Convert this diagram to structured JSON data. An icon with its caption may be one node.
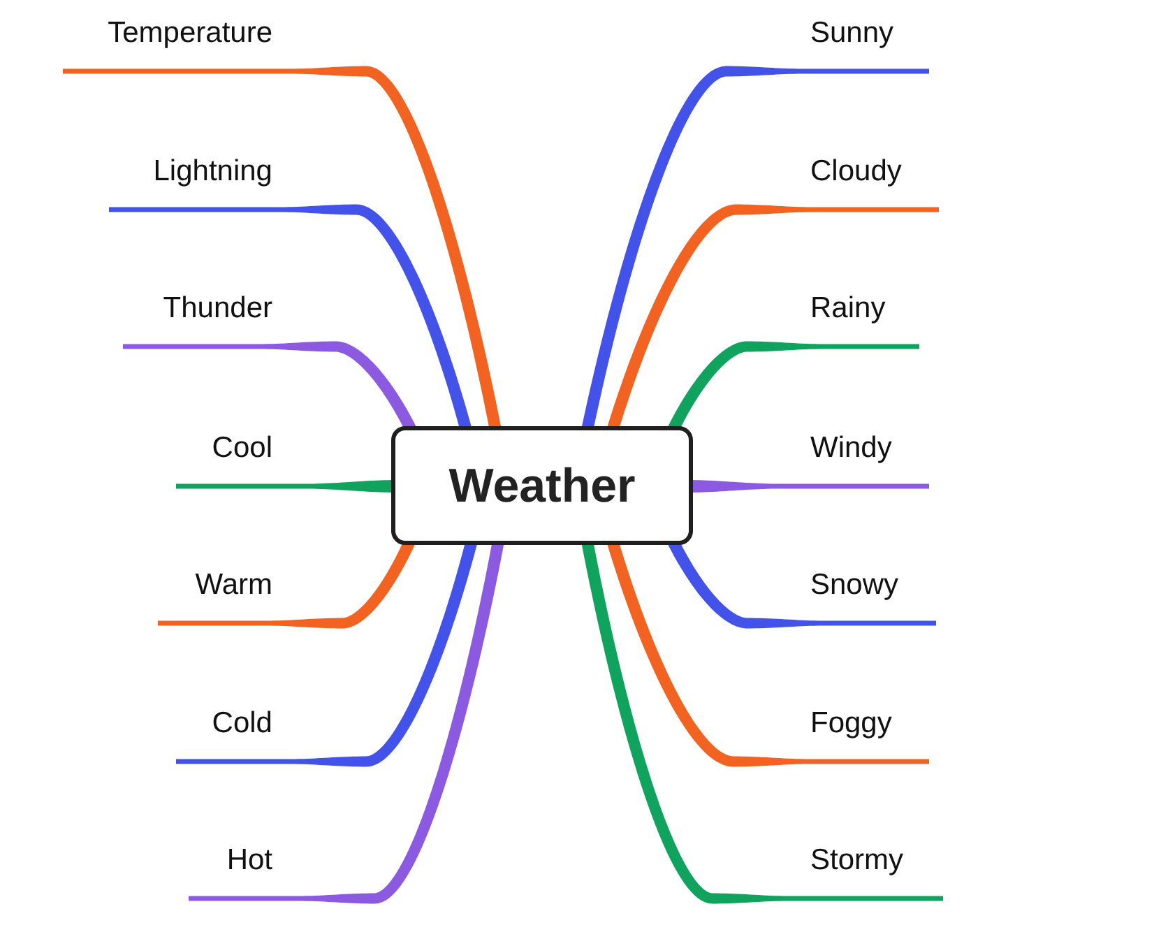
{
  "diagram": {
    "nodes": [
      {
        "text": [
          "Weather"
        ]
      },
      {
        "text": [
          "Temperature"
        ]
      },
      {
        "text": [
          "Lightning"
        ]
      },
      {
        "text": [
          "Thunder"
        ]
      },
      {
        "text": [
          "Cool"
        ]
      },
      {
        "text": [
          "Warm"
        ]
      },
      {
        "text": [
          "Cold"
        ]
      },
      {
        "text": [
          "Hot"
        ]
      },
      {
        "text": [
          "Sunny"
        ]
      },
      {
        "text": [
          "Cloudy"
        ]
      },
      {
        "text": [
          "Rainy"
        ]
      },
      {
        "text": [
          "Windy"
        ]
      },
      {
        "text": [
          "Snowy"
        ]
      },
      {
        "text": [
          "Foggy"
        ]
      },
      {
        "text": [
          "Stormy"
        ]
      }
    ],
    "edges": [
      {
        "from": 0,
        "to": 1,
        "arrow": "none",
        "color": "#f26322"
      },
      {
        "from": 0,
        "to": 2,
        "arrow": "none",
        "color": "#4352e8"
      },
      {
        "from": 0,
        "to": 3,
        "arrow": "none",
        "color": "#8c5ae1"
      },
      {
        "from": 0,
        "to": 4,
        "arrow": "none",
        "color": "#10a35e"
      },
      {
        "from": 0,
        "to": 5,
        "arrow": "none",
        "color": "#f26322"
      },
      {
        "from": 0,
        "to": 6,
        "arrow": "none",
        "color": "#4352e8"
      },
      {
        "from": 0,
        "to": 7,
        "arrow": "none",
        "color": "#8c5ae1"
      },
      {
        "from": 0,
        "to": 8,
        "arrow": "none",
        "color": "#4352e8"
      },
      {
        "from": 0,
        "to": 9,
        "arrow": "none",
        "color": "#f26322"
      },
      {
        "from": 0,
        "to": 10,
        "arrow": "none",
        "color": "#10a35e"
      },
      {
        "from": 0,
        "to": 11,
        "arrow": "none",
        "color": "#8c5ae1"
      },
      {
        "from": 0,
        "to": 12,
        "arrow": "none",
        "color": "#4352e8"
      },
      {
        "from": 0,
        "to": 13,
        "arrow": "none",
        "color": "#f26322"
      },
      {
        "from": 0,
        "to": 14,
        "arrow": "none",
        "color": "#10a35e"
      }
    ]
  }
}
